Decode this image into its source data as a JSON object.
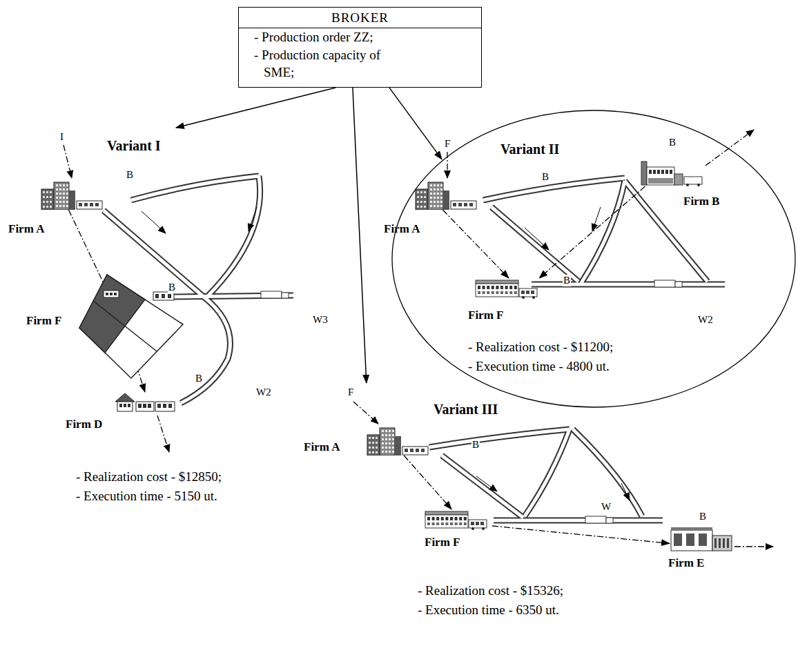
{
  "diagram": {
    "nodes": [
      {
        "text": [
          "BROKER",
          "- Production order ZZ;",
          "- Production capacity of SME;"
        ]
      },
      {
        "text": [
          "Variant I",
          "- Realization cost - $12850;",
          "- Execution time - 5150 ut."
        ]
      },
      {
        "text": [
          "Firm A"
        ],
        "in": 1
      },
      {
        "text": [
          "Firm F"
        ],
        "in": 1
      },
      {
        "text": [
          "Firm D"
        ],
        "in": 1
      },
      {
        "text": [
          "Variant II",
          "- Realization cost - $11200;",
          "- Execution time - 4800 ut."
        ]
      },
      {
        "text": [
          "Firm A"
        ],
        "in": 5
      },
      {
        "text": [
          "Firm B"
        ],
        "in": 5
      },
      {
        "text": [
          "Firm F"
        ],
        "in": 5
      },
      {
        "text": [
          "Variant III",
          "- Realization cost - $15326;",
          "- Execution time - 6350 ut."
        ]
      },
      {
        "text": [
          "Firm A"
        ],
        "in": 9
      },
      {
        "text": [
          "Firm F"
        ],
        "in": 9
      },
      {
        "text": [
          "Firm E"
        ],
        "in": 9
      }
    ],
    "edges": [
      {
        "from": 0,
        "to": 1,
        "arrow": "to"
      },
      {
        "from": 0,
        "to": 5,
        "arrow": "to"
      },
      {
        "from": 0,
        "to": 9,
        "arrow": "to"
      },
      {
        "from": 2,
        "to": 3,
        "arrow": "to"
      },
      {
        "from": 3,
        "to": 4,
        "arrow": "to"
      },
      {
        "from": 6,
        "to": 8,
        "arrow": "to"
      },
      {
        "from": 7,
        "to": 8,
        "arrow": "to"
      },
      {
        "from": 10,
        "to": 11,
        "arrow": "to"
      },
      {
        "from": 11,
        "to": 12,
        "arrow": "to"
      }
    ],
    "labels": [
      "I",
      "B",
      "B",
      "W3",
      "B",
      "W2",
      "F",
      "B",
      "B",
      "B",
      "W2",
      "F",
      "B",
      "W",
      "B"
    ]
  }
}
